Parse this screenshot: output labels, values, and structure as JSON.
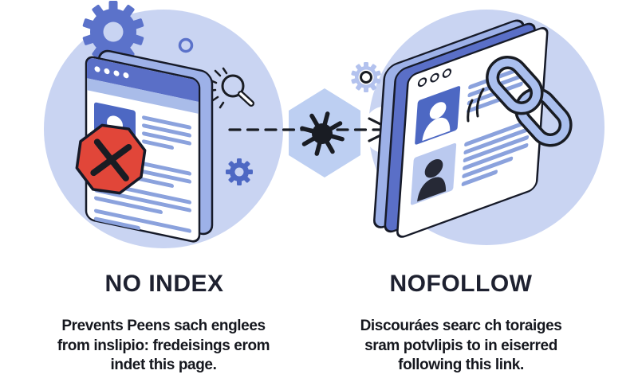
{
  "figure": {
    "left_panel": {
      "heading": "NO INDEX",
      "body_lines": [
        "Prevents Peens sach englees",
        "from inslipio: fredeisings erom",
        "indet this page."
      ],
      "icons": [
        "gear-icon",
        "ring-icon",
        "magnifier-icon",
        "browser-window",
        "user-avatar-icon",
        "stop-x-icon",
        "small-gear-icon"
      ]
    },
    "center": {
      "icons": [
        "hexagon-shape",
        "starburst-icon",
        "dashed-arrow-icon"
      ]
    },
    "right_panel": {
      "heading": "NOFOLLOW",
      "body_lines": [
        "Discouráes searc ch toraiges",
        "sram potvlipis to in eiserred",
        "following this link."
      ],
      "icons": [
        "gear-outline-icon",
        "browser-window",
        "user-avatar-icon",
        "woman-avatar-icon",
        "chain-link-icon",
        "motion-lines-icon"
      ]
    }
  },
  "colors": {
    "circle_bg": "#c9d4f2",
    "hexagon_bg": "#bdcff2",
    "browser_blue": "#5a6fc7",
    "browser_side": "#9db1e8",
    "browser_strip": "#a9bce9",
    "card_blue": "#4d68c3",
    "card_light": "#bac9ef",
    "line_blue": "#8ba2dd",
    "chain_blue": "#aabfee",
    "stop_red": "#e14639",
    "outline_dark": "#161a28",
    "gear_blue": "#5b72ca",
    "gear_light": "#b3c2ee",
    "ink": "#191c23",
    "heading_text": "#1e2130",
    "body_text": "#15171e"
  }
}
